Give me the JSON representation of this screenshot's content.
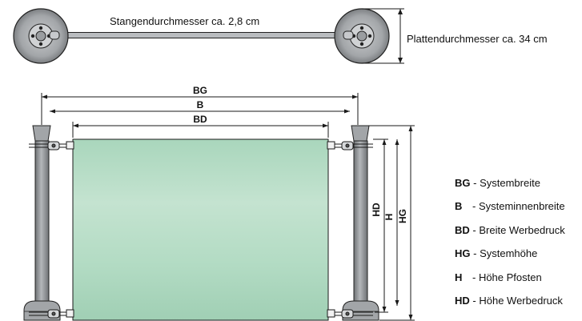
{
  "top_view": {
    "rod_label": "Stangendurchmesser ca. 2,8 cm",
    "plate_label": "Plattendurchmesser ca. 34 cm"
  },
  "dimensions": {
    "bg": "BG",
    "b": "B",
    "bd": "BD",
    "hd": "HD",
    "h": "H",
    "hg": "HG"
  },
  "legend": [
    {
      "abbr": "BG",
      "text": "- Systembreite"
    },
    {
      "abbr": "B",
      "text": "- Systeminnenbreite"
    },
    {
      "abbr": "BD",
      "text": "- Breite Werbedruck"
    },
    {
      "abbr": "HG",
      "text": "- Systemhöhe"
    },
    {
      "abbr": "H",
      "text": "- Höhe Pfosten"
    },
    {
      "abbr": "HD",
      "text": "- Höhe Werbedruck"
    }
  ],
  "colors": {
    "banner_top": "#b9dcc6",
    "banner_bottom": "#9fcfb3",
    "post": "#8f9295",
    "line": "#1a1a1a"
  }
}
